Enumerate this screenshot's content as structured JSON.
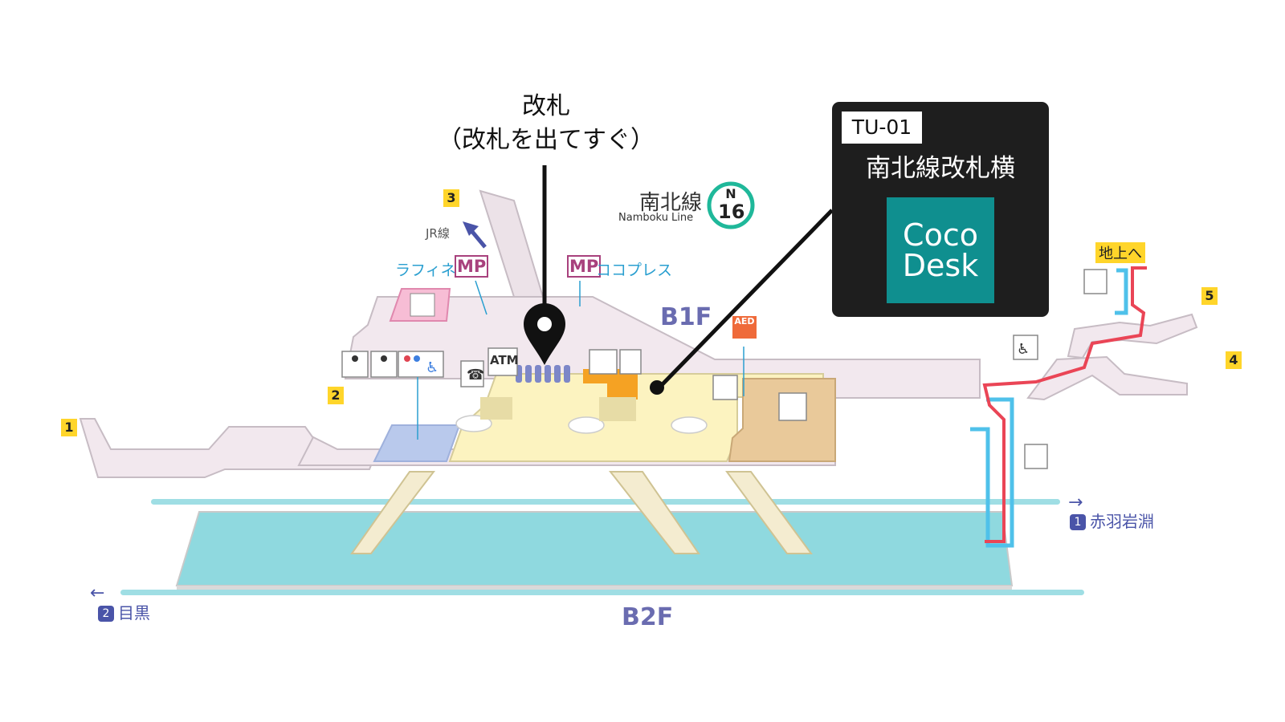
{
  "gate": {
    "title": "改札",
    "subtitle": "（改札を出てすぐ）"
  },
  "info_box": {
    "code": "TU-01",
    "place": "南北線改札横",
    "logo_line1": "Coco",
    "logo_line2": "Desk"
  },
  "line": {
    "name": "南北線",
    "name_en": "Namboku Line",
    "letter": "N",
    "number": "16",
    "color": "#1fb89a"
  },
  "floors": {
    "upper": "B1F",
    "lower": "B2F"
  },
  "exits": [
    "1",
    "2",
    "3",
    "4",
    "5"
  ],
  "labels": {
    "jr": "JR線",
    "rafine": "ラフィネ",
    "cocoplace": "ココプレス",
    "mp": "MP",
    "atm": "ATM",
    "aed": "AED",
    "to_ground": "地上へ"
  },
  "directions": {
    "right_num": "1",
    "right_dest": "赤羽岩淵",
    "left_num": "2",
    "left_dest": "目黒"
  },
  "colors": {
    "concourse": "#f2e8ee",
    "gate_area": "#fcf3c0",
    "platform": "#8fd9df",
    "track": "#9fdee4",
    "shop": "#e9c99a",
    "restroom_area": "#b9c9ec",
    "escalator": "#e7dca6",
    "office": "#f5a223",
    "route_red": "#ea4556",
    "route_cyan": "#4fc1ea",
    "info_box": "#1e1e1e",
    "coco_desk": "#0f8f8f",
    "accent_blue": "#4a54a8"
  }
}
